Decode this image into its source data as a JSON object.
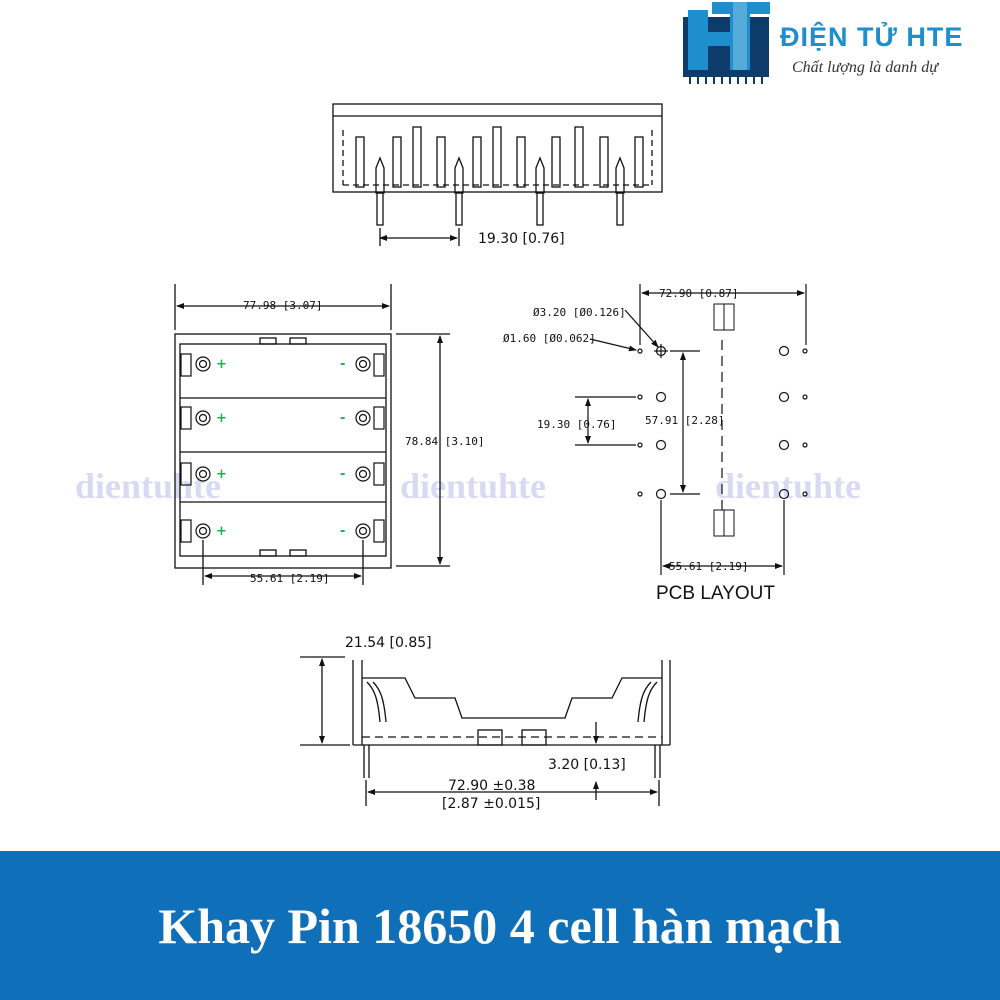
{
  "brand": {
    "name": "ĐIỆN TỬ HTE",
    "tagline": "Chất lượng là danh dự",
    "logo_colors": {
      "primary": "#1e8fcc",
      "dark": "#0d3c6b"
    }
  },
  "top_view": {
    "pin_pitch": "19.30 [0.76]"
  },
  "plan_view": {
    "width": "77.98 [3.07]",
    "height": "78.84 [3.10]",
    "terminal_spacing": "55.61 [2.19]",
    "cells": [
      {
        "plus": "+",
        "minus": "-"
      },
      {
        "plus": "+",
        "minus": "-"
      },
      {
        "plus": "+",
        "minus": "-"
      },
      {
        "plus": "+",
        "minus": "-"
      }
    ]
  },
  "pcb_layout": {
    "title": "PCB LAYOUT",
    "width": "72.90 [0.87]",
    "hole_large": "Ø3.20 [Ø0.126]",
    "hole_small": "Ø1.60 [Ø0.062]",
    "row_pitch": "19.30 [0.76]",
    "span": "57.91 [2.28]",
    "terminal_spacing": "55.61 [2.19]"
  },
  "side_view": {
    "height": "21.54 [0.85]",
    "pin_length": "3.20 [0.13]",
    "length": "72.90 ±0.38",
    "length_in": "[2.87 ±0.015]"
  },
  "watermark": "dientuhte",
  "banner": {
    "title": "Khay Pin 18650 4 cell hàn mạch",
    "color": "#0f6fb8"
  }
}
